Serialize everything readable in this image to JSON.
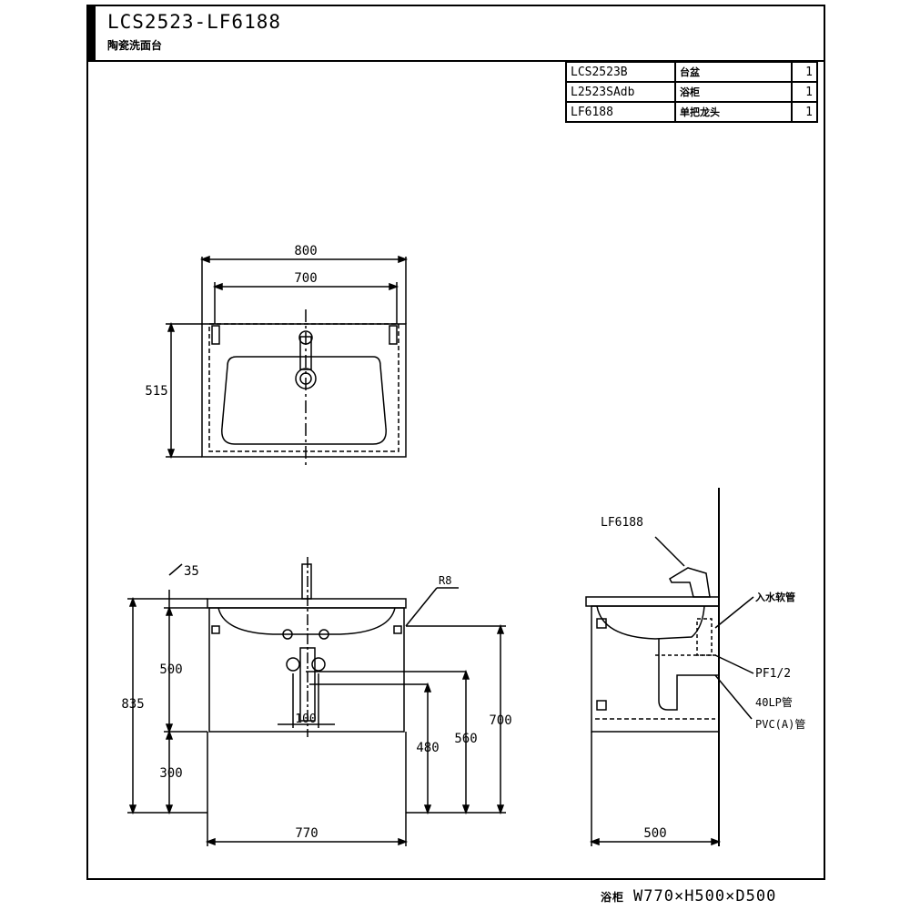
{
  "header": {
    "model": "LCS2523-LF6188",
    "subtitle": "陶瓷洗面台"
  },
  "parts": [
    {
      "code": "LCS2523B",
      "name": "台盆",
      "qty": "1"
    },
    {
      "code": "L2523SAdb",
      "name": "浴柜",
      "qty": "1"
    },
    {
      "code": "LF6188",
      "name": "单把龙头",
      "qty": "1"
    }
  ],
  "top_view": {
    "dim_outer": "800",
    "dim_inner": "700",
    "dim_depth": "515"
  },
  "front_view": {
    "dim_35": "35",
    "callout_r": "R8",
    "dim_500": "500",
    "dim_835": "835",
    "dim_300": "300",
    "dim_100": "100",
    "dim_480": "480",
    "dim_560": "560",
    "dim_700": "700",
    "dim_770": "770"
  },
  "side_view": {
    "label_faucet": "LF6188",
    "label_water": "入水软管",
    "label_pf": "PF1/2",
    "label_40lp": "40LP管",
    "label_pvc": "PVC(A)管",
    "dim_500": "500"
  },
  "footer": {
    "label": "浴柜",
    "dims": "W770×H500×D500"
  }
}
